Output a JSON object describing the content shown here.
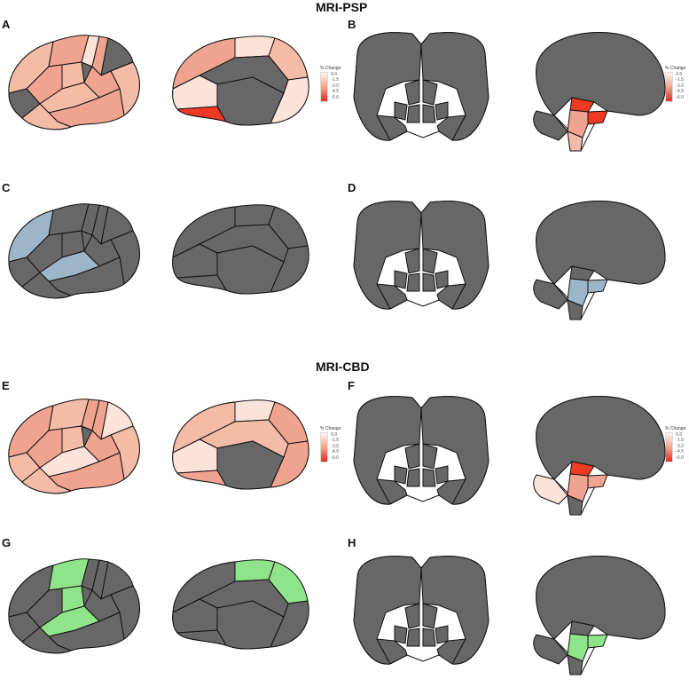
{
  "figure": {
    "title_psp": "MRI-PSP",
    "title_cbd": "MRI-CBD",
    "panels": [
      "A",
      "B",
      "C",
      "D",
      "E",
      "F",
      "G",
      "H"
    ]
  },
  "legend": {
    "title": "% Change",
    "ticks": [
      "0.0",
      "-1.5",
      "-3.0",
      "-4.5",
      "-6.0"
    ]
  },
  "colors": {
    "gray": "#676767",
    "light_pink": "#fbe3da",
    "pink": "#f4bba7",
    "salmon": "#f0a48f",
    "red": "#ec3a25",
    "blue": "#9db6c7",
    "green": "#8fe38a"
  }
}
